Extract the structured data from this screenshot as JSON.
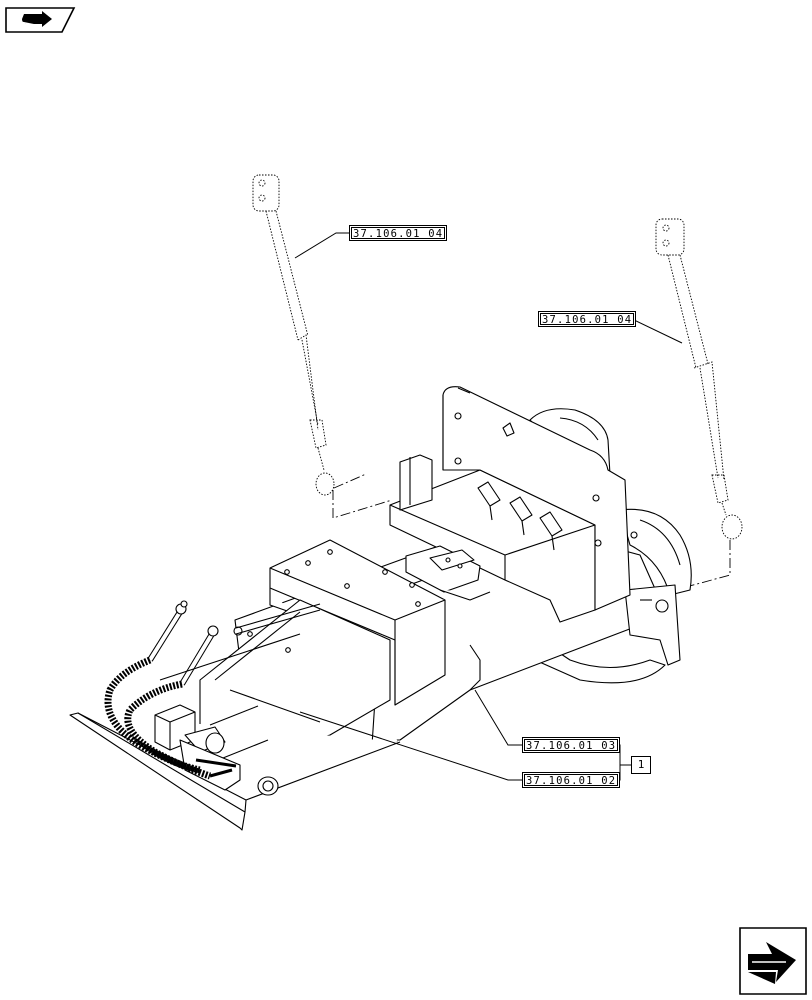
{
  "labels": {
    "upper_left": "37.106.01 04",
    "upper_right": "37.106.01 04",
    "middle": "37.106.01 03",
    "lower": "37.106.01 02",
    "group": "1"
  },
  "icons": {
    "top_left": "book-arrow-icon",
    "bottom_right": "next-page-arrow-icon"
  }
}
